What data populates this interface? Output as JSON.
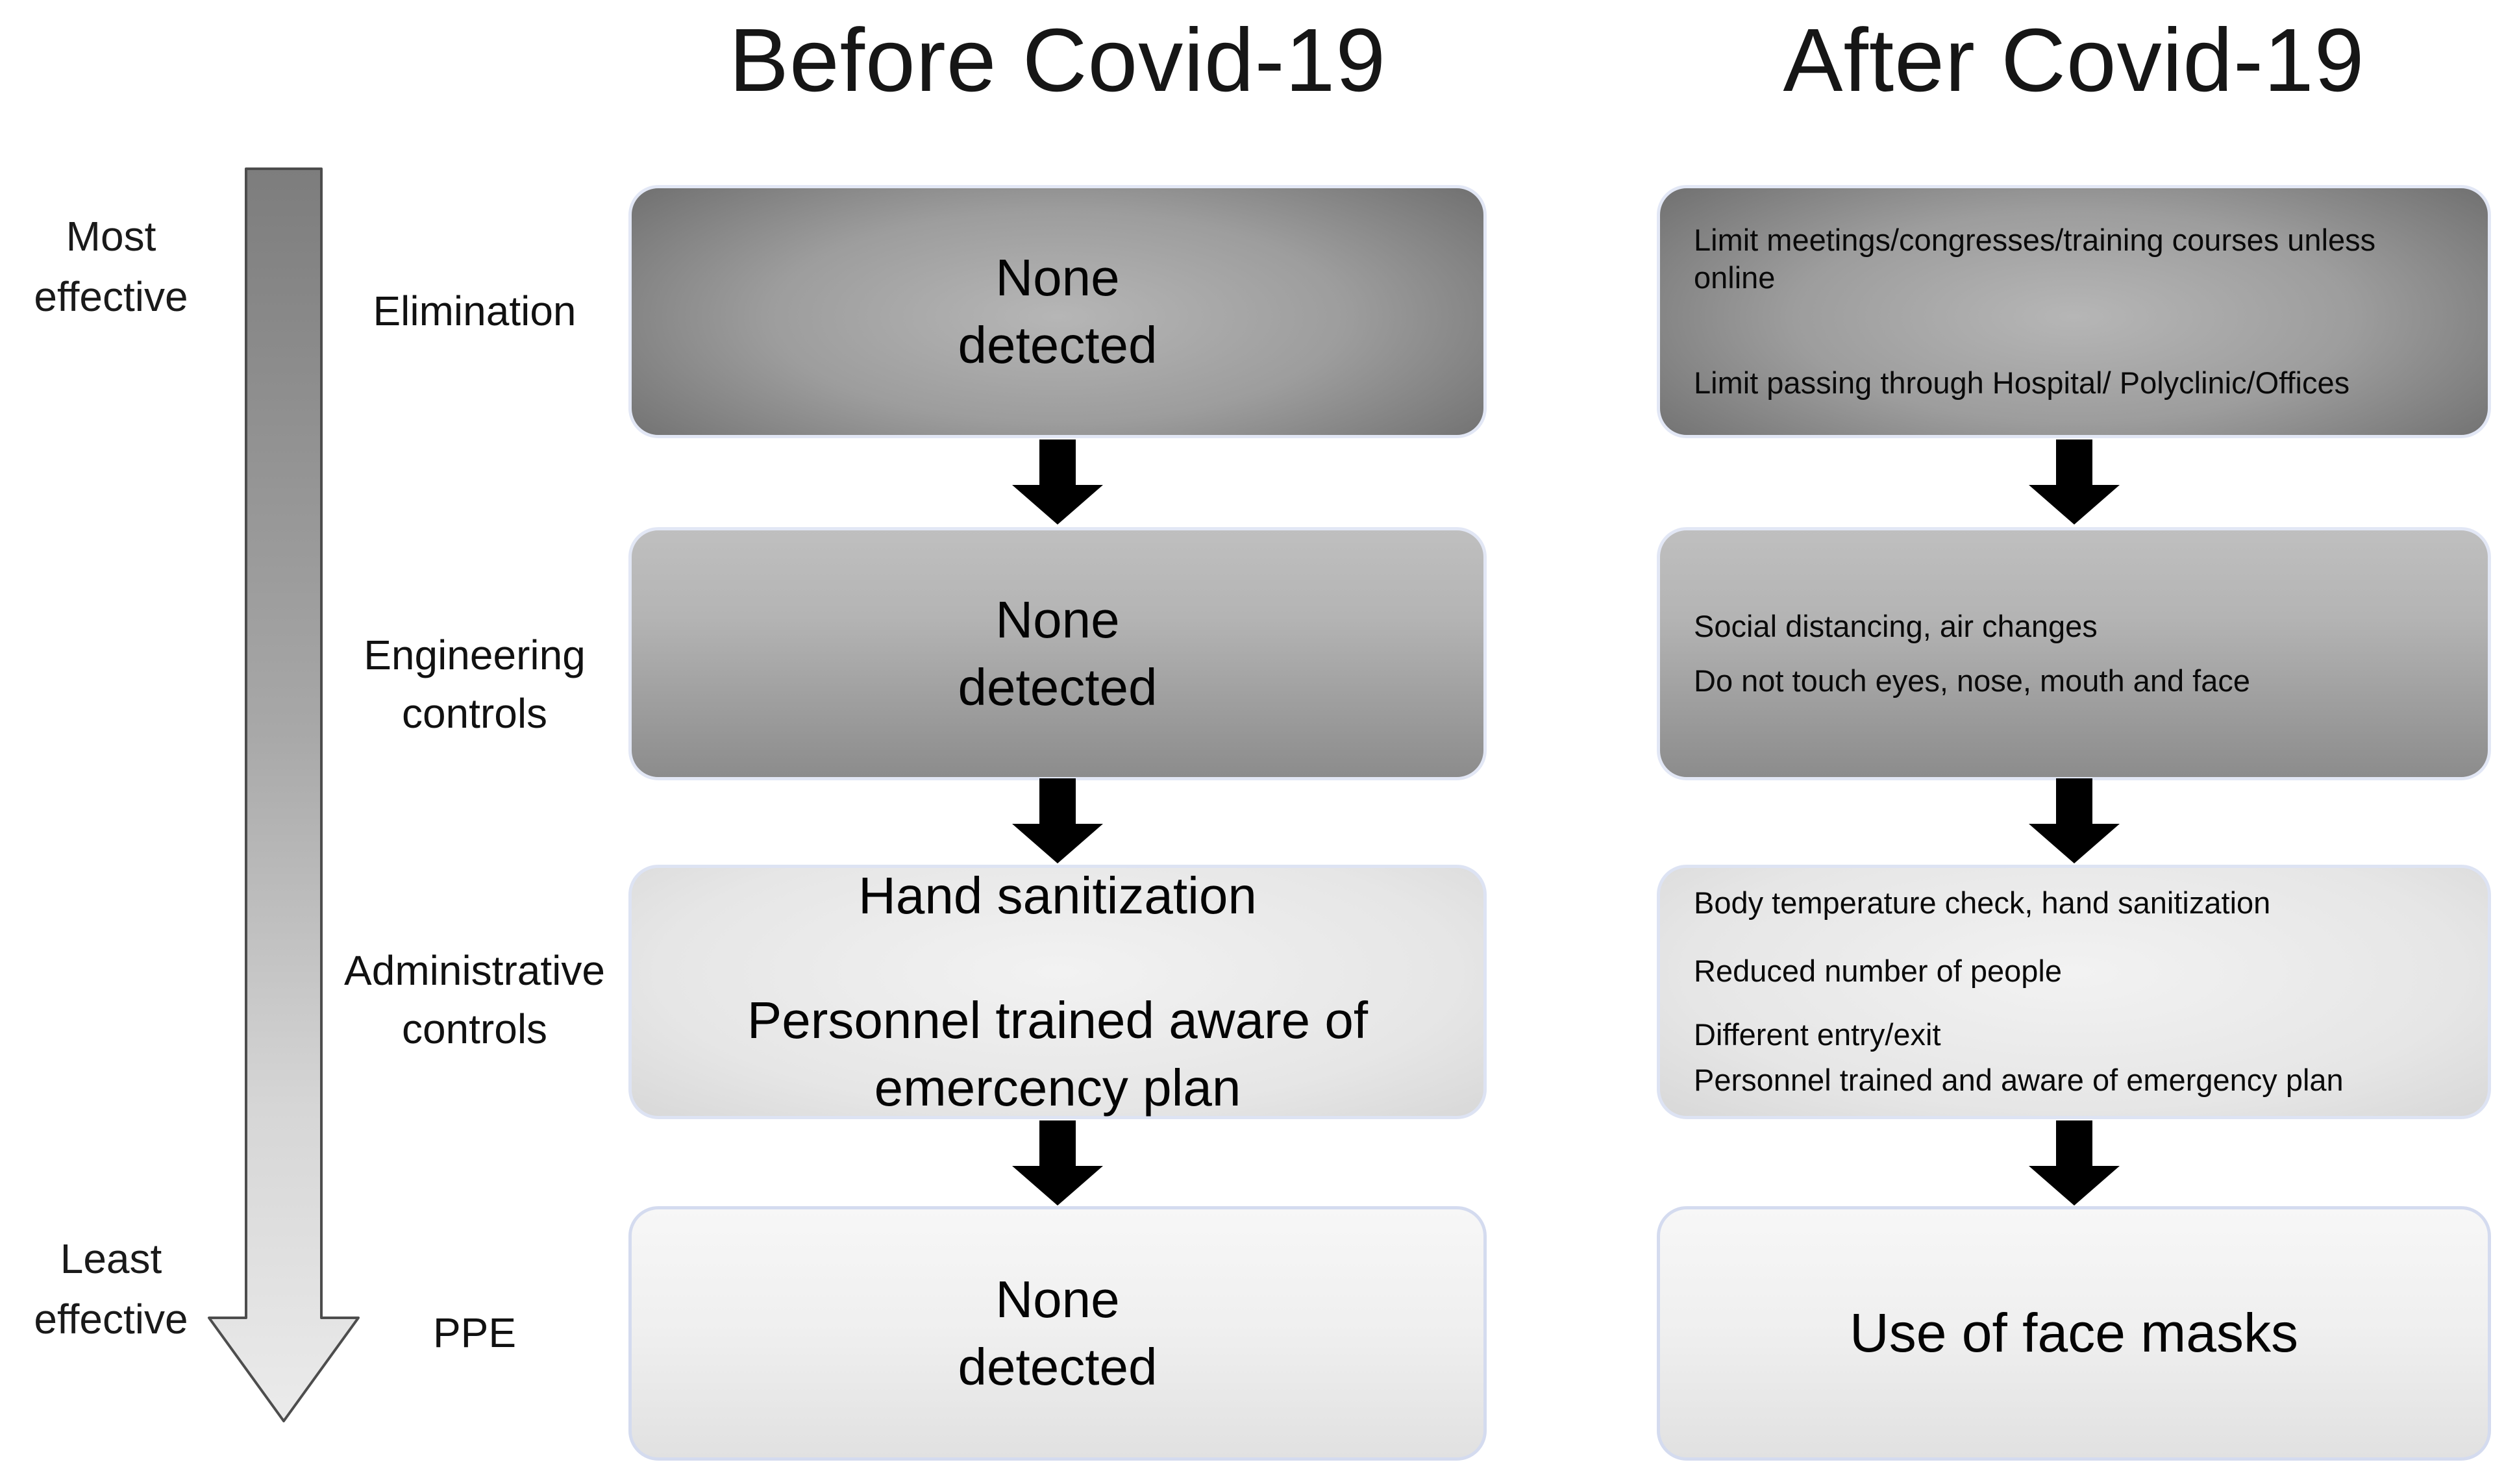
{
  "titles": {
    "before": "Before Covid-19",
    "after": "After Covid-19"
  },
  "scale": {
    "most": "Most effective",
    "least": "Least effective"
  },
  "row_labels": [
    "Elimination",
    "Engineering controls",
    "Administrative controls",
    "PPE"
  ],
  "before": {
    "elimination": [
      "None",
      "detected"
    ],
    "engineering": [
      "None",
      "detected"
    ],
    "administrative": [
      "Hand sanitization",
      "Personnel trained aware of emercency plan"
    ],
    "ppe": [
      "None",
      "detected"
    ]
  },
  "after": {
    "elimination": [
      "Limit meetings/congresses/training courses unless online",
      "Limit passing through Hospital/ Polyclinic/Offices"
    ],
    "engineering": [
      "Social distancing, air changes",
      "Do not touch eyes, nose, mouth and face"
    ],
    "administrative": [
      "Body temperature check, hand sanitization",
      "Reduced number of people",
      "Different entry/exit",
      "Personnel trained and aware of emergency plan"
    ],
    "ppe": "Use of face masks"
  },
  "colors": {
    "dark_box_edge": "#606060",
    "dark_box_center": "#b6b6b6",
    "medium_box_top": "#bfbfbf",
    "medium_box_bottom": "#8c8c8c",
    "light_box": "#e6e6e6",
    "lightest_box": "#efefef",
    "box_border": "#dde3f3",
    "connector_arrow": "#000000",
    "effectiveness_arrow_top": "#7d7d7d",
    "effectiveness_arrow_bottom": "#ebebeb"
  }
}
